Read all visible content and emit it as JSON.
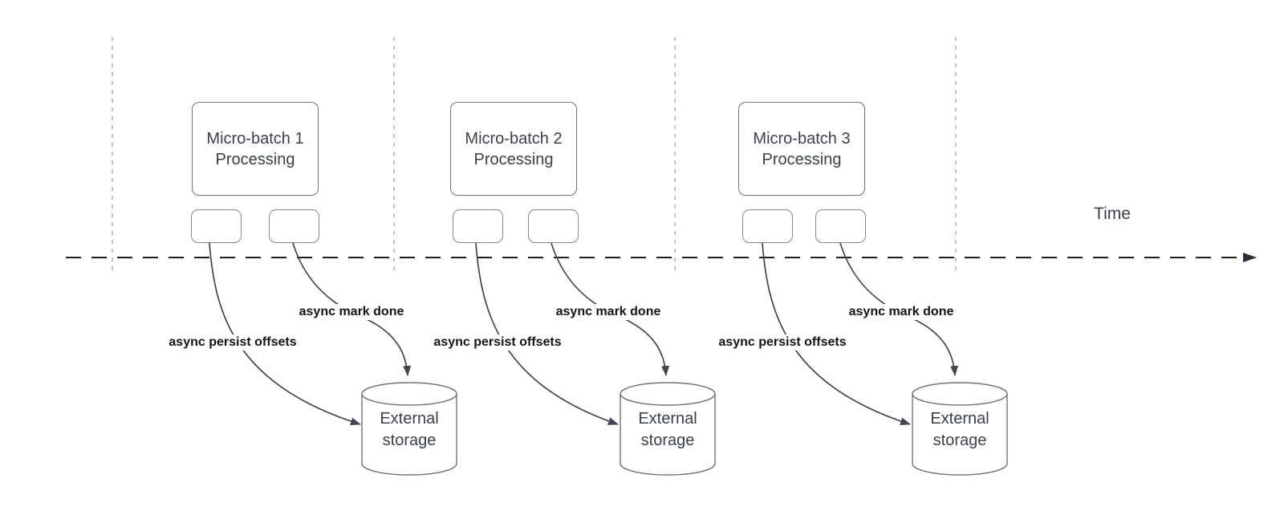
{
  "diagram": {
    "time_label": "Time",
    "groups": [
      {
        "box_line1": "Micro-batch 1",
        "box_line2": "Processing",
        "persist_label": "async persist offsets",
        "done_label": "async mark done",
        "storage_line1": "External",
        "storage_line2": "storage"
      },
      {
        "box_line1": "Micro-batch 2",
        "box_line2": "Processing",
        "persist_label": "async persist offsets",
        "done_label": "async mark done",
        "storage_line1": "External",
        "storage_line2": "storage"
      },
      {
        "box_line1": "Micro-batch 3",
        "box_line2": "Processing",
        "persist_label": "async persist offsets",
        "done_label": "async mark done",
        "storage_line1": "External",
        "storage_line2": "storage"
      }
    ],
    "colors": {
      "background": "#ffffff",
      "shape_stroke": "#71717b",
      "mini_rect_stroke": "#85858d",
      "guide_dash": "#a8a8a8",
      "time_axis": "#1f1f1f",
      "curve": "#3f4753",
      "shape_text": "#3a414c",
      "flow_label_text": "#141414"
    }
  }
}
